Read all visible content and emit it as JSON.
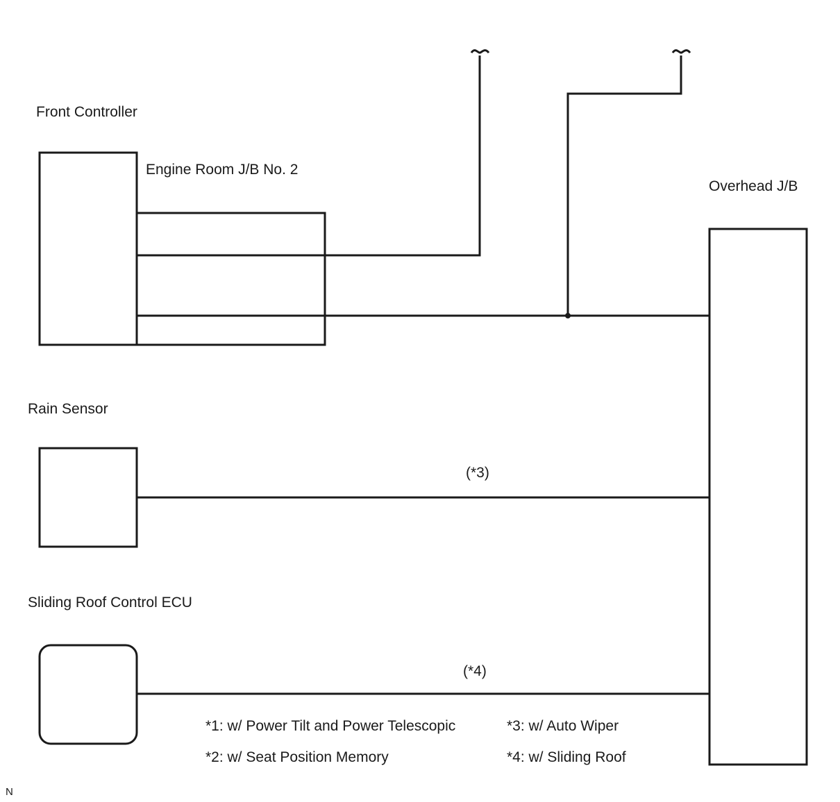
{
  "components": {
    "front_controller": "Front Controller",
    "engine_room_jb": "Engine Room J/B No. 2",
    "overhead_jb": "Overhead J/B",
    "rain_sensor": "Rain Sensor",
    "sliding_roof_ecu": "Sliding Roof Control ECU"
  },
  "wire_tags": {
    "rain_sensor_line": "(*3)",
    "sliding_roof_line": "(*4)"
  },
  "notes": {
    "n1": "*1: w/ Power Tilt and Power Telescopic",
    "n2": "*2: w/ Seat Position Memory",
    "n3": "*3: w/ Auto Wiper",
    "n4": "*4: w/ Sliding Roof"
  },
  "figure_code": "N",
  "colors": {
    "line": "#1a1a1a",
    "background": "#ffffff"
  }
}
